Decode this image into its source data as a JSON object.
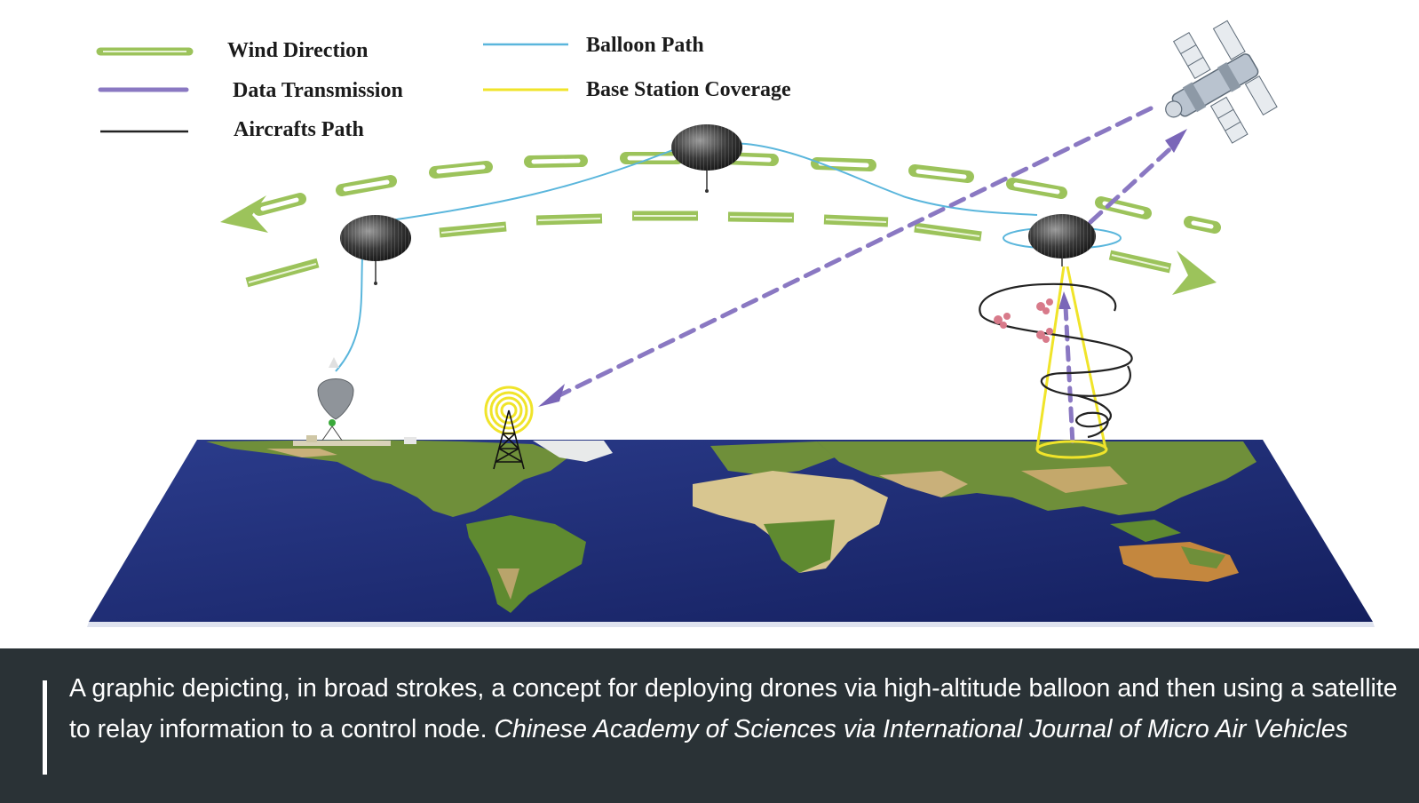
{
  "legend": {
    "wind_direction": "Wind Direction",
    "data_transmission": "Data Transmission",
    "aircrafts_path": "Aircrafts Path",
    "balloon_path": "Balloon Path",
    "base_station_coverage": "Base Station Coverage"
  },
  "colors": {
    "wind": "#9cc35b",
    "data": "#8a78c2",
    "aircraft": "#222222",
    "balloon_path": "#5ab6dc",
    "coverage": "#f0e42a",
    "ocean": "#1f2f7a",
    "caption_bg": "#2a3236"
  },
  "caption": {
    "text": "A graphic depicting, in broad strokes, a concept for deploying drones via high-altitude balloon and then using a satellite to relay information to a control node. ",
    "credit": "Chinese Academy of Sciences via International Journal of Micro Air Vehicles"
  }
}
